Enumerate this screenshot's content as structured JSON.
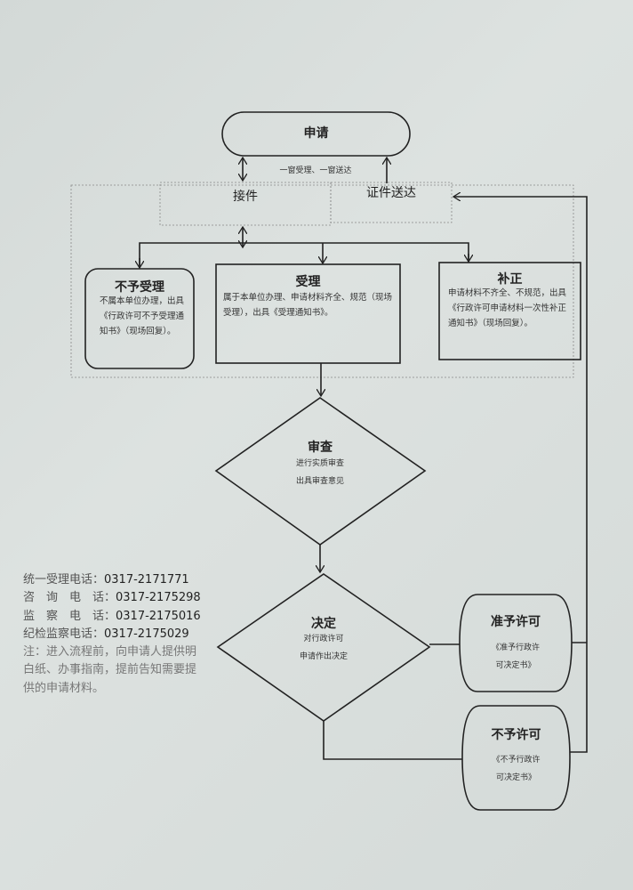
{
  "flow": {
    "apply": "申请",
    "window_label": "一窗受理、一窗送达",
    "receive": "接件",
    "deliver": "证件送达",
    "reject_accept": {
      "title": "不予受理",
      "text": "不属本单位办理，出具《行政许可不予受理通知书》（现场回复）。"
    },
    "accept": {
      "title": "受理",
      "text": "属于本单位办理、申请材料齐全、规范（现场受理），出具《受理通知书》。"
    },
    "correct": {
      "title": "补正",
      "text": "申请材料不齐全、不规范，出具《行政许可申请材料一次性补正通知书》（现场回复）。"
    },
    "review": {
      "title": "审查",
      "line1": "进行实质审查",
      "line2": "出具审查意见"
    },
    "decide": {
      "title": "决定",
      "line1": "对行政许可",
      "line2": "申请作出决定"
    },
    "grant": {
      "title": "准予许可",
      "line1": "《准予行政许",
      "line2": "可决定书》"
    },
    "deny": {
      "title": "不予许可",
      "line1": "《不予行政许",
      "line2": "可决定书》"
    }
  },
  "contacts": [
    {
      "label": "统一受理电话：",
      "number": "0317-2171771"
    },
    {
      "label": "咨　询　电　话：",
      "number": "0317-2175298"
    },
    {
      "label": "监　察　电　话：",
      "number": "0317-2175016"
    },
    {
      "label": "纪检监察电话：",
      "number": "0317-2175029"
    }
  ],
  "note": "注：进入流程前，向申请人提供明白纸、办事指南，提前告知需要提供的申请材料。"
}
